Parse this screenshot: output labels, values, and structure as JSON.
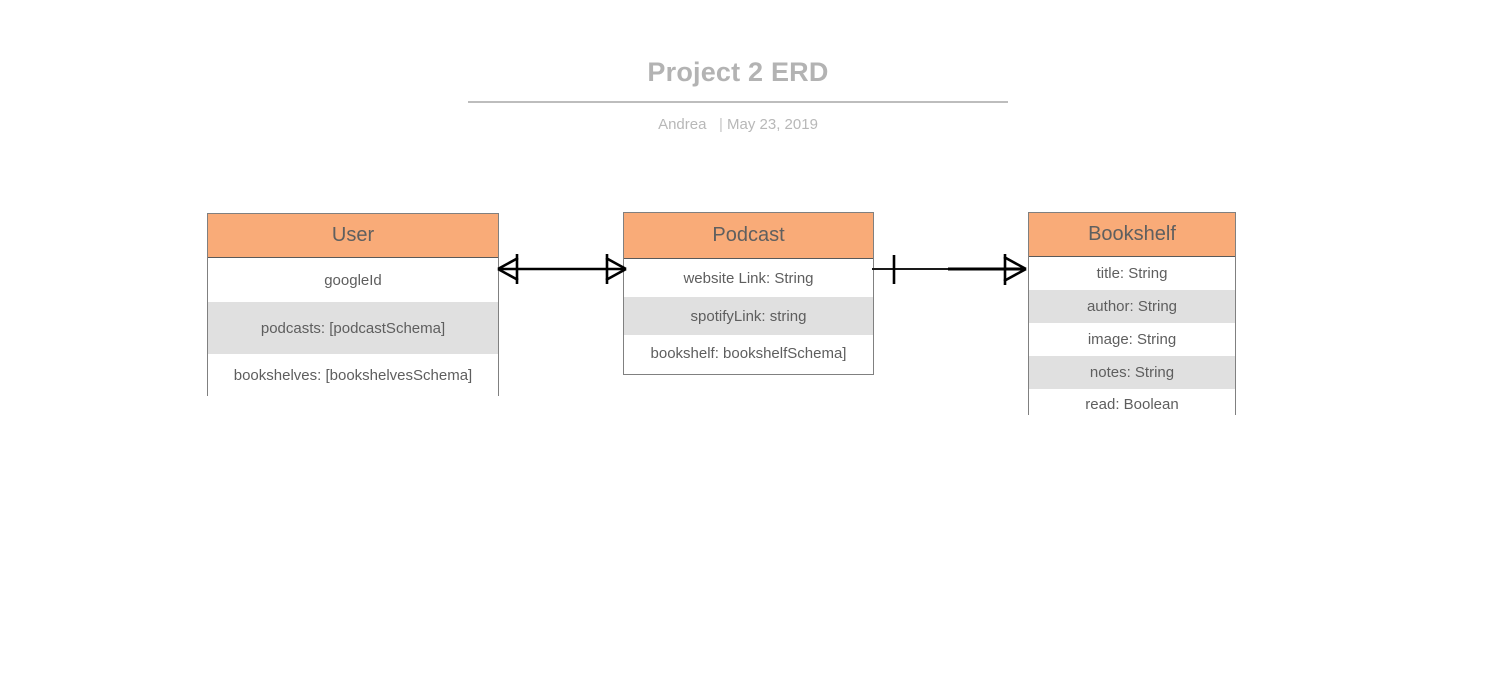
{
  "header": {
    "title": "Project 2 ERD",
    "author": "Andrea",
    "separator": "|",
    "date": "May 23, 2019"
  },
  "palette": {
    "entity_header_fill": "#f9ab78",
    "entity_row_alt_fill": "#e0e0e0",
    "entity_row_fill": "#ffffff",
    "entity_border": "#808080",
    "text_gray": "#5e5e5e",
    "title_gray": "#b3b3b3",
    "rule_gray": "#bdbdbd",
    "connector_black": "#000000"
  },
  "diagram": {
    "type": "entity-relationship-diagram",
    "entities": [
      {
        "id": "user",
        "name": "User",
        "fields": [
          {
            "label": "googleId",
            "shaded": false
          },
          {
            "label": "podcasts: [podcastSchema]",
            "shaded": true
          },
          {
            "label": "bookshelves: [bookshelvesSchema]",
            "shaded": false
          }
        ]
      },
      {
        "id": "podcast",
        "name": "Podcast",
        "fields": [
          {
            "label": "website Link: String",
            "shaded": false
          },
          {
            "label": "spotifyLink: string",
            "shaded": true
          },
          {
            "label": "bookshelf: bookshelfSchema]",
            "shaded": false
          }
        ]
      },
      {
        "id": "bookshelf",
        "name": "Bookshelf",
        "fields": [
          {
            "label": "title: String",
            "shaded": false
          },
          {
            "label": "author: String",
            "shaded": true
          },
          {
            "label": "image: String",
            "shaded": false
          },
          {
            "label": "notes: String",
            "shaded": true
          },
          {
            "label": "read: Boolean",
            "shaded": false
          }
        ]
      }
    ],
    "relationships": [
      {
        "id": "user-podcast",
        "from": "User",
        "to": "Podcast",
        "from_cardinality": "many",
        "to_cardinality": "many",
        "notation": "crows-foot"
      },
      {
        "id": "podcast-bookshelf",
        "from": "Podcast",
        "to": "Bookshelf",
        "from_cardinality": "one",
        "to_cardinality": "many",
        "notation": "crows-foot"
      }
    ]
  }
}
